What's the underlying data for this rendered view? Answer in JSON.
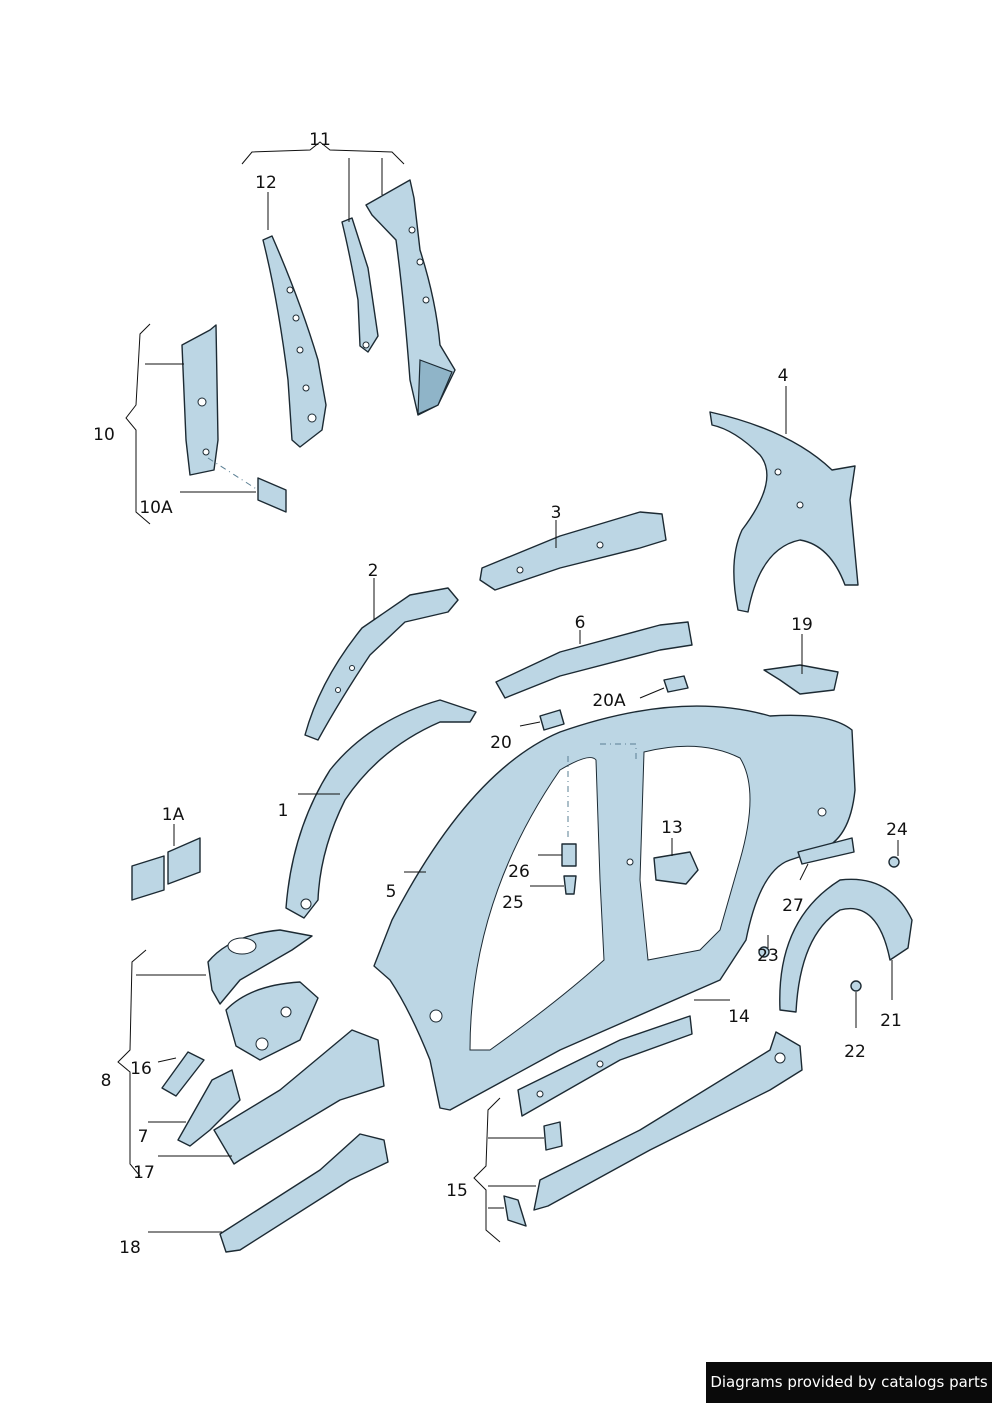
{
  "labels": {
    "l1": "1",
    "l1A": "1A",
    "l2": "2",
    "l3": "3",
    "l4": "4",
    "l5": "5",
    "l6": "6",
    "l7": "7",
    "l8": "8",
    "l10": "10",
    "l10A": "10A",
    "l11": "11",
    "l12": "12",
    "l13": "13",
    "l14": "14",
    "l15": "15",
    "l16": "16",
    "l17": "17",
    "l18": "18",
    "l19": "19",
    "l20": "20",
    "l20A": "20A",
    "l21": "21",
    "l22": "22",
    "l23": "23",
    "l24": "24",
    "l25": "25",
    "l26": "26",
    "l27": "27"
  },
  "footer": {
    "credit": "Diagrams provided by catalogs parts"
  },
  "colors": {
    "part_fill": "#bcd6e4",
    "outline": "#1c2a33",
    "credit_bg": "#0a0a0a"
  }
}
